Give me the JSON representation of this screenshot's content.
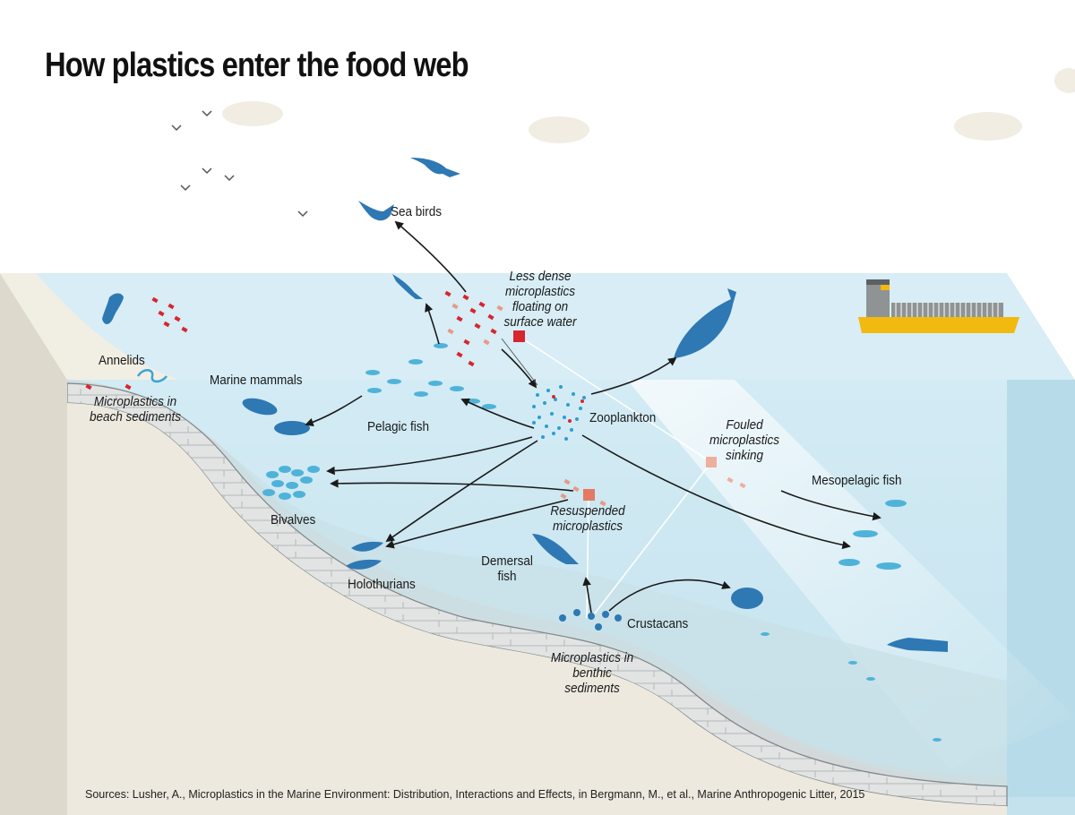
{
  "title": "How plastics enter the food web",
  "source": "Sources: Lusher, A., Microplastics in the Marine Environment: Distribution, Interactions and Effects, in Bergmann, M., et al., Marine Anthropogenic Litter, 2015",
  "labels": {
    "sea_birds": "Sea birds",
    "floating": "Less dense\nmicroplastics\nfloating on\nsurface water",
    "annelids": "Annelids",
    "beach_sediments": "Microplastics in\nbeach sediments",
    "marine_mammals": "Marine mammals",
    "pelagic_fish": "Pelagic fish",
    "zooplankton": "Zooplankton",
    "fouled": "Fouled\nmicroplastics\nsinking",
    "mesopelagic_fish": "Mesopelagic fish",
    "bivalves": "Bivalves",
    "resuspended": "Resuspended\nmicroplastics",
    "demersal_fish": "Demersal\nfish",
    "holothurians": "Holothurians",
    "crustacans": "Crustacans",
    "benthic_sediments": "Microplastics in\nbenthic\nsediments"
  },
  "colors": {
    "water_surface": "#d6ecf4",
    "water_deep": "#c5e3ee",
    "seabed_shelf": "#d5dadc",
    "land": "#ece8dc",
    "animal_blue": "#2e78b4",
    "fish_light": "#4fb3d9",
    "microplastic_red": "#d7262f",
    "microplastic_salmon": "#e79a85",
    "ship_yellow": "#f2b90f",
    "ship_grey": "#8f9394",
    "arrow": "#1a1a1a"
  }
}
